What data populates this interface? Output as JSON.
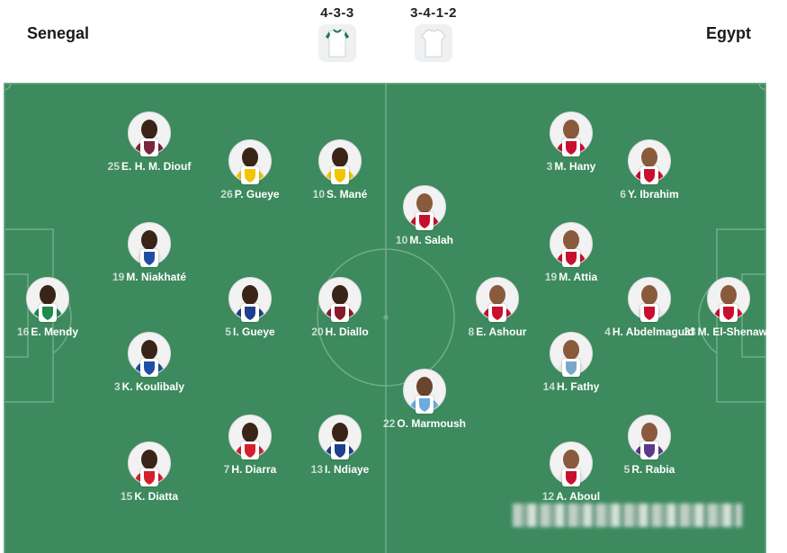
{
  "header": {
    "home_team": "Senegal",
    "away_team": "Egypt",
    "home_formation": "4-3-3",
    "away_formation": "3-4-1-2",
    "home_kit_color": "#ffffff",
    "home_kit_trim": "#1f7a4a",
    "away_kit_color": "#ffffff"
  },
  "colors": {
    "pitch": "#3d8a5e",
    "pitch_lines": "#6fae88"
  },
  "players": [
    {
      "number": "16",
      "name": "E. Mendy",
      "badge": "al-ahli-saudi-badge-icon",
      "badge_color": "#1e8a4c",
      "skin": "#3a2418",
      "kit": "#1e8a4c"
    },
    {
      "number": "25",
      "name": "E. H. M. Diouf",
      "badge": "west-ham-badge-icon",
      "badge_color": "#7a263a",
      "skin": "#3a2418",
      "kit": "#7a263a"
    },
    {
      "number": "19",
      "name": "M. Niakhaté",
      "badge": "lyon-badge-icon",
      "badge_color": "#1f4fa3",
      "skin": "#3a2418",
      "kit": "#e8e8e8"
    },
    {
      "number": "3",
      "name": "K. Koulibaly",
      "badge": "al-hilal-badge-icon",
      "badge_color": "#1f4fa3",
      "skin": "#3a2418",
      "kit": "#1f4fa3"
    },
    {
      "number": "15",
      "name": "K. Diatta",
      "badge": "monaco-badge-icon",
      "badge_color": "#d4202d",
      "skin": "#3a2418",
      "kit": "#d4202d"
    },
    {
      "number": "26",
      "name": "P. Gueye",
      "badge": "villarreal-badge-icon",
      "badge_color": "#f2c500",
      "skin": "#3a2418",
      "kit": "#f2c500"
    },
    {
      "number": "5",
      "name": "I. Gueye",
      "badge": "everton-badge-icon",
      "badge_color": "#1f3f8f",
      "skin": "#3a2418",
      "kit": "#1f3f8f"
    },
    {
      "number": "7",
      "name": "H. Diarra",
      "badge": "sunderland-badge-icon",
      "badge_color": "#d4202d",
      "skin": "#3a2418",
      "kit": "#d4202d"
    },
    {
      "number": "10",
      "name": "S. Mané",
      "badge": "al-nassr-badge-icon",
      "badge_color": "#f2c500",
      "skin": "#3a2418",
      "kit": "#f2c500"
    },
    {
      "number": "20",
      "name": "H. Diallo",
      "badge": "metz-badge-icon",
      "badge_color": "#8a1a2a",
      "skin": "#3a2418",
      "kit": "#8a1a2a"
    },
    {
      "number": "13",
      "name": "I. Ndiaye",
      "badge": "everton-badge-icon",
      "badge_color": "#1f3f8f",
      "skin": "#3a2418",
      "kit": "#1f3f8f"
    },
    {
      "number": "10",
      "name": "M. Salah",
      "badge": "liverpool-badge-icon",
      "badge_color": "#c8102e",
      "skin": "#8a5a3c",
      "kit": "#c8102e"
    },
    {
      "number": "22",
      "name": "O. Marmoush",
      "badge": "man-city-badge-icon",
      "badge_color": "#6cabdd",
      "skin": "#6a442e",
      "kit": "#6cabdd"
    },
    {
      "number": "3",
      "name": "M. Hany",
      "badge": "al-ahly-badge-icon",
      "badge_color": "#c8102e",
      "skin": "#8a5a3c",
      "kit": "#c8102e"
    },
    {
      "number": "19",
      "name": "M. Attia",
      "badge": "al-ahly-badge-icon",
      "badge_color": "#c8102e",
      "skin": "#8a5a3c",
      "kit": "#c8102e"
    },
    {
      "number": "8",
      "name": "E. Ashour",
      "badge": "al-ahly-badge-icon",
      "badge_color": "#c8102e",
      "skin": "#8a5a3c",
      "kit": "#c8102e"
    },
    {
      "number": "14",
      "name": "H. Fathy",
      "badge": "al-wakrah-badge-icon",
      "badge_color": "#7aa7c7",
      "skin": "#8a5a3c",
      "kit": "#e8e8e8"
    },
    {
      "number": "12",
      "name": "A. Aboul",
      "badge": "zamalek-badge-icon",
      "badge_color": "#c8102e",
      "skin": "#8a5a3c",
      "kit": "#e8e8e8"
    },
    {
      "number": "6",
      "name": "Y. Ibrahim",
      "badge": "al-ahly-badge-icon",
      "badge_color": "#c8102e",
      "skin": "#8a5a3c",
      "kit": "#c8102e"
    },
    {
      "number": "4",
      "name": "H. Abdelmaguid",
      "badge": "zamalek-badge-icon",
      "badge_color": "#c8102e",
      "skin": "#8a5a3c",
      "kit": "#e8e8e8"
    },
    {
      "number": "5",
      "name": "R. Rabia",
      "badge": "al-ain-badge-icon",
      "badge_color": "#5b3a8c",
      "skin": "#8a5a3c",
      "kit": "#5b3a8c"
    },
    {
      "number": "23",
      "name": "M. El-Shenawy",
      "badge": "al-ahly-badge-icon",
      "badge_color": "#c8102e",
      "skin": "#8a5a3c",
      "kit": "#c8102e"
    }
  ]
}
